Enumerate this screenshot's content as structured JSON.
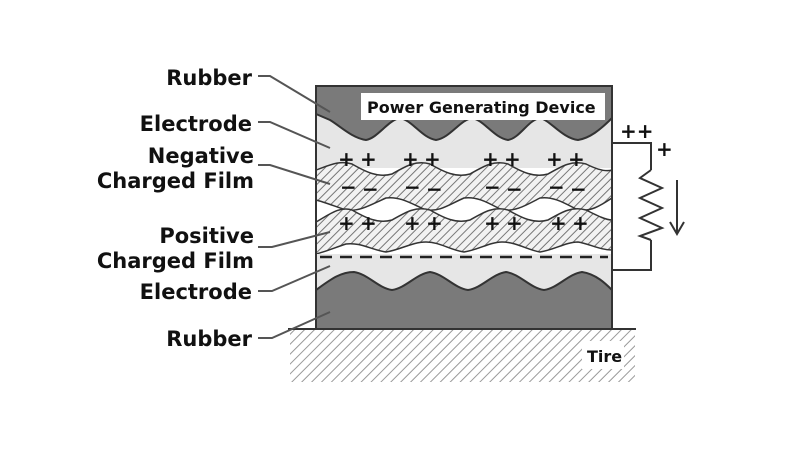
{
  "diagram": {
    "title": "Power Generating Device",
    "base_label": "Tire",
    "layer_labels": [
      {
        "id": "rubber-top",
        "text": [
          "Rubber"
        ]
      },
      {
        "id": "electrode-top",
        "text": [
          "Electrode"
        ]
      },
      {
        "id": "negative-film",
        "text": [
          "Negative",
          "Charged Film"
        ]
      },
      {
        "id": "positive-film",
        "text": [
          "Positive",
          "Charged Film"
        ]
      },
      {
        "id": "electrode-bottom",
        "text": [
          "Electrode"
        ]
      },
      {
        "id": "rubber-bottom",
        "text": [
          "Rubber"
        ]
      }
    ],
    "charges": {
      "upper_electrode": "+",
      "negative_film": "−",
      "positive_film": "+",
      "lower_electrode": "−",
      "circuit_top": "++",
      "circuit_side": "+"
    },
    "components": [
      "resistor",
      "current-arrow"
    ],
    "colors": {
      "rubber": "#7a7a7a",
      "electrode": "#e6e6e6",
      "film_hatch": "#555555",
      "outline": "#333333",
      "background": "#ffffff"
    }
  }
}
